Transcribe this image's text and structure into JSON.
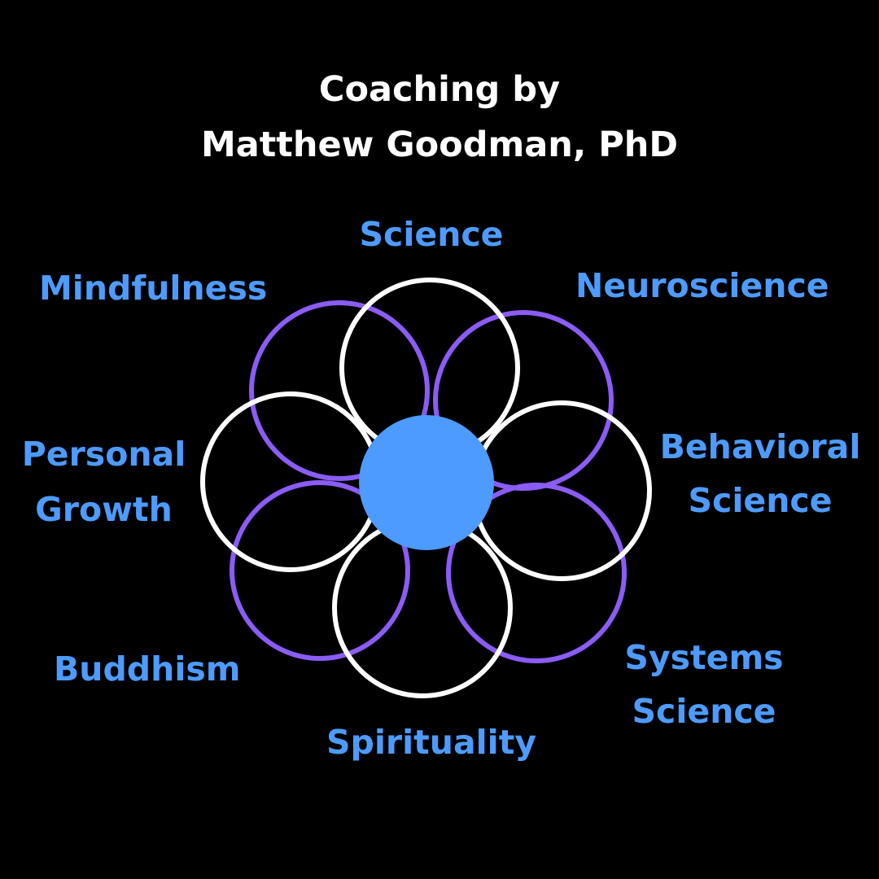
{
  "title": {
    "line1": "Coaching by",
    "line2": "Matthew Goodman, PhD"
  },
  "labels": {
    "science": "Science",
    "mindfulness": "Mindfulness",
    "neuroscience": "Neuroscience",
    "personal_growth_1": "Personal",
    "personal_growth_2": "Growth",
    "behavioral_science_1": "Behavioral",
    "behavioral_science_2": "Science",
    "buddhism": "Buddhism",
    "systems_science_1": "Systems",
    "systems_science_2": "Science",
    "spirituality": "Spirituality"
  },
  "colors": {
    "background": "#000000",
    "title_text": "#ffffff",
    "label_text": "#4d9bff",
    "center_fill": "#4d9bff",
    "white_ring": "#ffffff",
    "purple_ring": "#8b5cf6"
  }
}
